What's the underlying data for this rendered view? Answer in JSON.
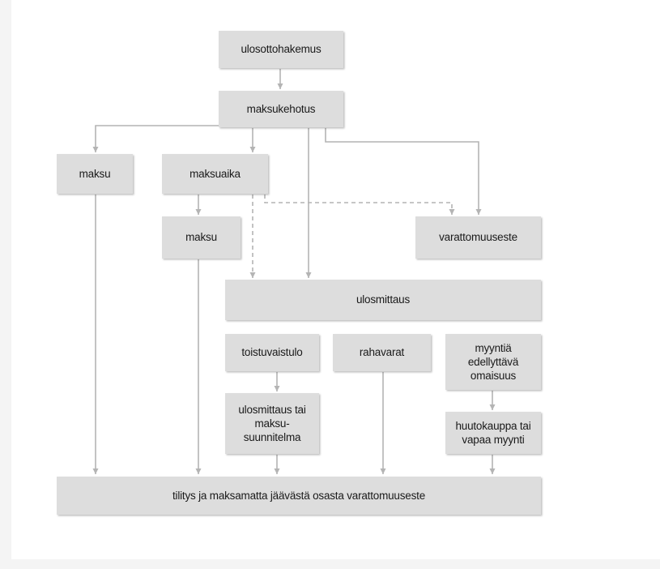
{
  "diagram": {
    "nodes": [
      {
        "id": "ulosottohakemus",
        "label": "ulosottohakemus"
      },
      {
        "id": "maksukehotus",
        "label": "maksukehotus"
      },
      {
        "id": "maksu1",
        "label": "maksu"
      },
      {
        "id": "maksuaika",
        "label": "maksuaika"
      },
      {
        "id": "maksu2",
        "label": "maksu"
      },
      {
        "id": "varattomuuseste",
        "label": "varattomuuseste"
      },
      {
        "id": "ulosmittaus",
        "label": "ulosmittaus"
      },
      {
        "id": "toistuvaistulo",
        "label": "toistuvaistulo"
      },
      {
        "id": "rahavarat",
        "label": "rahavarat"
      },
      {
        "id": "myyntia",
        "label": "myyntiä edellyttävä omaisuus"
      },
      {
        "id": "ulosmittaus_tai",
        "label": "ulosmittaus tai maksu-suunnitelma"
      },
      {
        "id": "huutokauppa",
        "label": "huutokauppa tai vapaa myynti"
      },
      {
        "id": "tilitys",
        "label": "tilitys ja maksamatta jäävästä osasta varattomuuseste"
      }
    ],
    "edges": [
      {
        "from": "ulosottohakemus",
        "to": "maksukehotus",
        "style": "solid"
      },
      {
        "from": "maksukehotus",
        "to": "maksu1",
        "style": "solid"
      },
      {
        "from": "maksukehotus",
        "to": "maksuaika",
        "style": "solid"
      },
      {
        "from": "maksukehotus",
        "to": "ulosmittaus",
        "style": "solid"
      },
      {
        "from": "maksukehotus",
        "to": "varattomuuseste",
        "style": "solid"
      },
      {
        "from": "maksuaika",
        "to": "maksu2",
        "style": "solid"
      },
      {
        "from": "maksuaika",
        "to": "ulosmittaus",
        "style": "dashed"
      },
      {
        "from": "maksuaika",
        "to": "varattomuuseste",
        "style": "dashed"
      },
      {
        "from": "toistuvaistulo",
        "to": "ulosmittaus_tai",
        "style": "solid"
      },
      {
        "from": "myyntia",
        "to": "huutokauppa",
        "style": "solid"
      },
      {
        "from": "maksu1",
        "to": "tilitys",
        "style": "solid"
      },
      {
        "from": "maksu2",
        "to": "tilitys",
        "style": "solid"
      },
      {
        "from": "ulosmittaus_tai",
        "to": "tilitys",
        "style": "solid"
      },
      {
        "from": "rahavarat",
        "to": "tilitys",
        "style": "solid"
      },
      {
        "from": "huutokauppa",
        "to": "tilitys",
        "style": "solid"
      }
    ],
    "colors": {
      "box": "#dddddd",
      "arrow": "#b4b4b4",
      "text": "#1a1a1a"
    }
  }
}
